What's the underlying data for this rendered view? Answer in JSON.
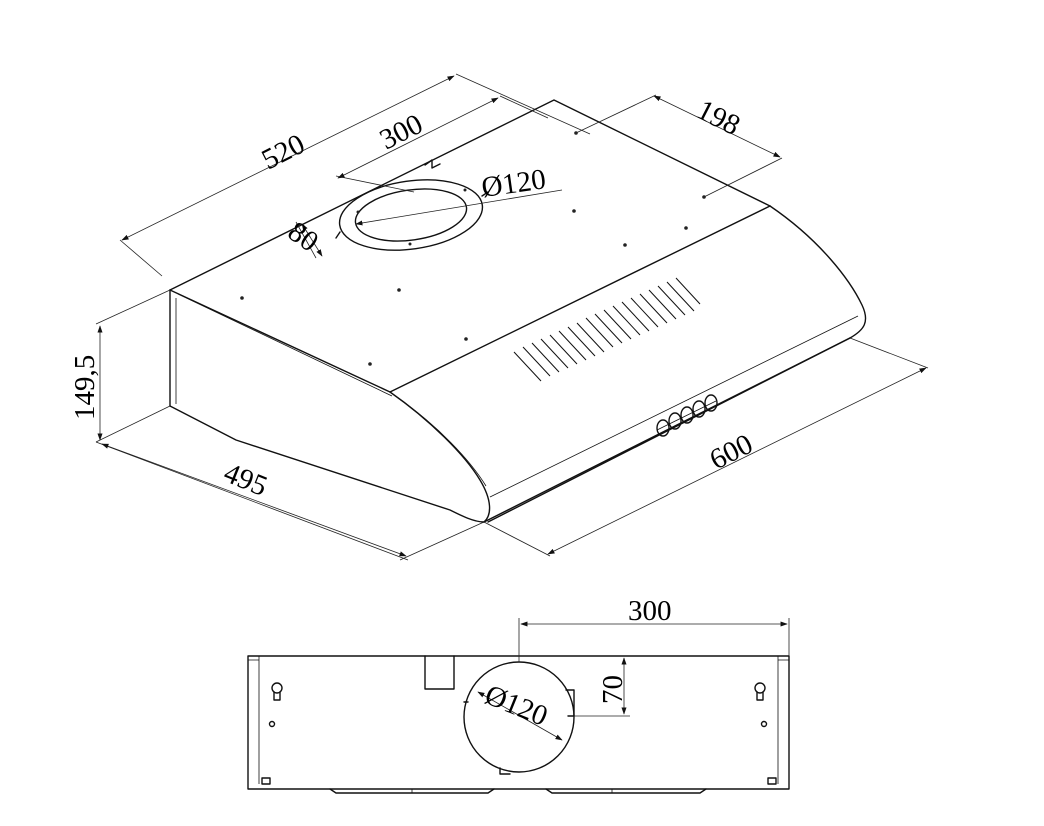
{
  "dimensions": {
    "top_depth": "520",
    "outlet_offset": "300",
    "outlet_diameter": "Ø120",
    "outlet_setback": "80",
    "rear_offset": "198",
    "height": "149,5",
    "front_depth": "495",
    "width": "600",
    "back_outlet_offset": "300",
    "back_outlet_height": "70",
    "back_outlet_diameter": "Ø120"
  }
}
